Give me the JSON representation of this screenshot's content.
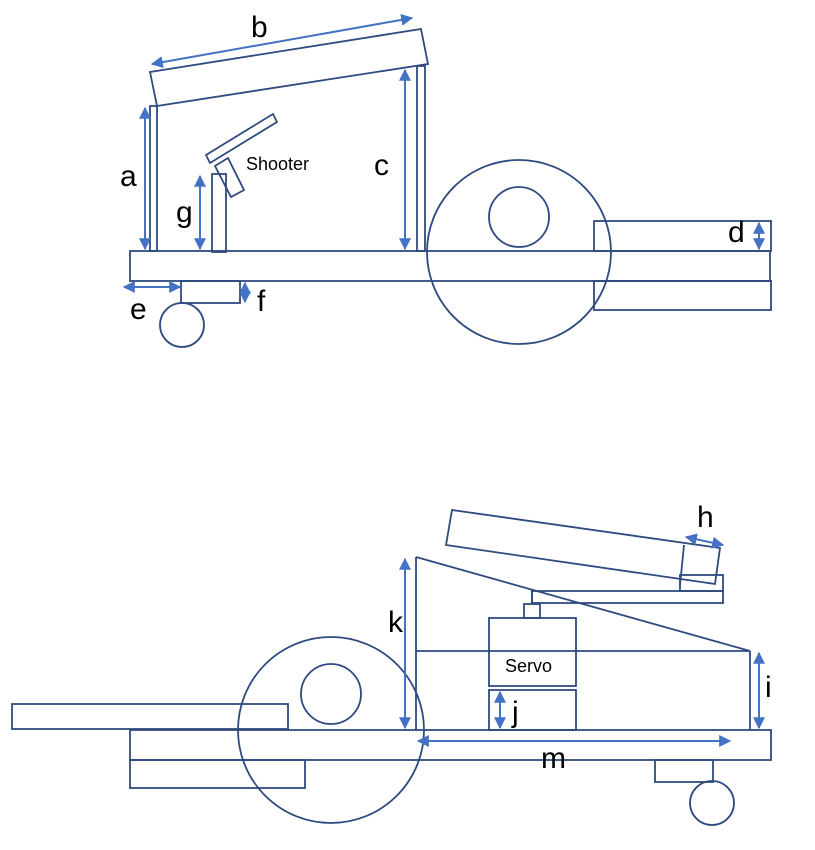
{
  "top_view": {
    "labels": {
      "a": "a",
      "b": "b",
      "c": "c",
      "d": "d",
      "e": "e",
      "f": "f",
      "g": "g"
    },
    "shooter_label": "Shooter"
  },
  "bottom_view": {
    "labels": {
      "h": "h",
      "i": "i",
      "j": "j",
      "k": "k",
      "m": "m"
    },
    "servo_label": "Servo"
  },
  "colors": {
    "outline": "#2f4a7f",
    "dimension_arrow": "#4472c4",
    "label_text": "#000000"
  }
}
